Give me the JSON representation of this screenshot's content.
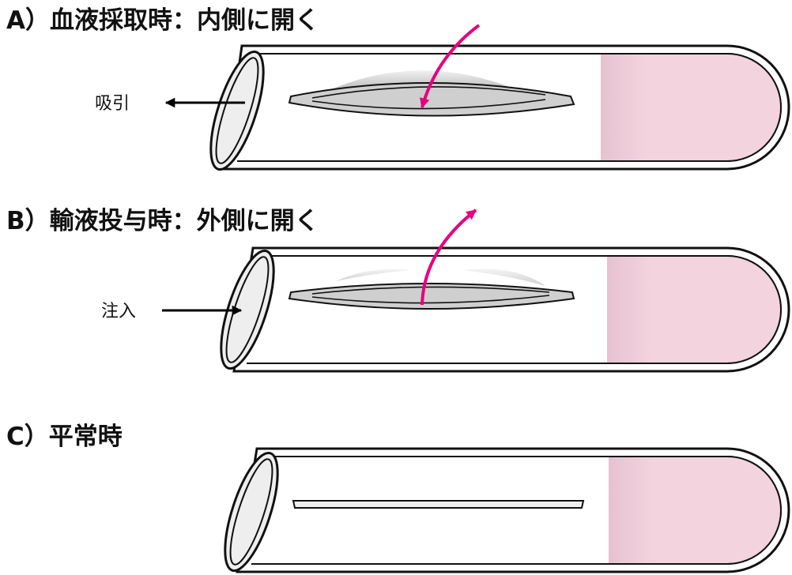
{
  "panels": [
    {
      "title": "A）血液採取時：内側に開く",
      "side_label": "吸引"
    },
    {
      "title": "B）輸液投与時：外側に開く",
      "side_label": "注入"
    },
    {
      "title": "C）平常時"
    }
  ],
  "colors": {
    "tube_outline": "#111111",
    "tube_fill": "#ffffff",
    "opening_fill": "#eeeeee",
    "tip_fill": "#f2d3de",
    "slit_fill": "#cfcfcf",
    "valve_arrow": "#e6007e",
    "flow_arrow": "#000000"
  }
}
